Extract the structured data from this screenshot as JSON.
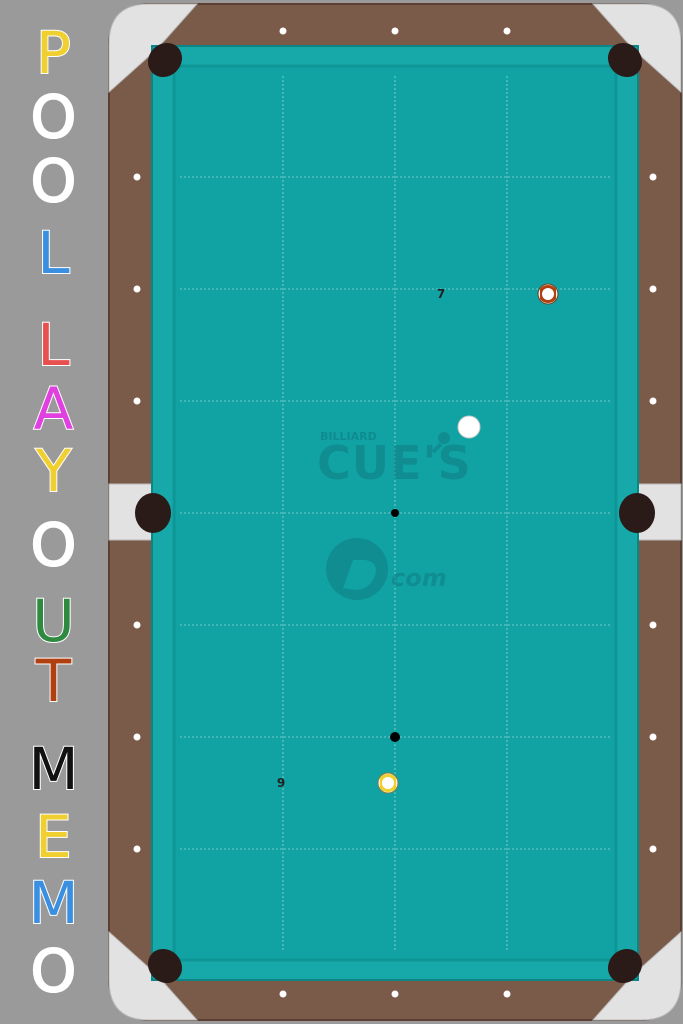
{
  "app": {
    "title_letters": [
      {
        "char": "P",
        "color": "#f0d030"
      },
      {
        "char": "O",
        "color": "#ffffff"
      },
      {
        "char": "O",
        "color": "#ffffff"
      },
      {
        "char": "L",
        "color": "#3a8fe0"
      },
      {
        "char": "L",
        "color": "#e85050"
      },
      {
        "char": "A",
        "color": "#e040e0"
      },
      {
        "char": "Y",
        "color": "#f0d030"
      },
      {
        "char": "O",
        "color": "#ffffff"
      },
      {
        "char": "U",
        "color": "#2e8a40"
      },
      {
        "char": "T",
        "color": "#b04010"
      },
      {
        "char": "M",
        "color": "#111111"
      },
      {
        "char": "E",
        "color": "#f0d030"
      },
      {
        "char": "M",
        "color": "#3a8fe0"
      },
      {
        "char": "O",
        "color": "#ffffff"
      }
    ]
  },
  "watermark": {
    "small_text": "BILLIARD",
    "big_text": "CUE'S",
    "logo_text": "com"
  },
  "balls": [
    {
      "id": "ball-7",
      "label": "7",
      "kind": "stripe",
      "color": "#b04010"
    },
    {
      "id": "cue-ball",
      "label": "",
      "kind": "cue",
      "color": "#ffffff"
    },
    {
      "id": "ball-9",
      "label": "9",
      "kind": "stripe",
      "color": "#f0d030"
    }
  ],
  "colors": {
    "felt": "#11a3a3",
    "cushion": "#17a9a9",
    "rail": "#7a5a48",
    "corner": "#e2e2e2",
    "pocket": "#2a1a18",
    "background": "#9a9a9a"
  }
}
